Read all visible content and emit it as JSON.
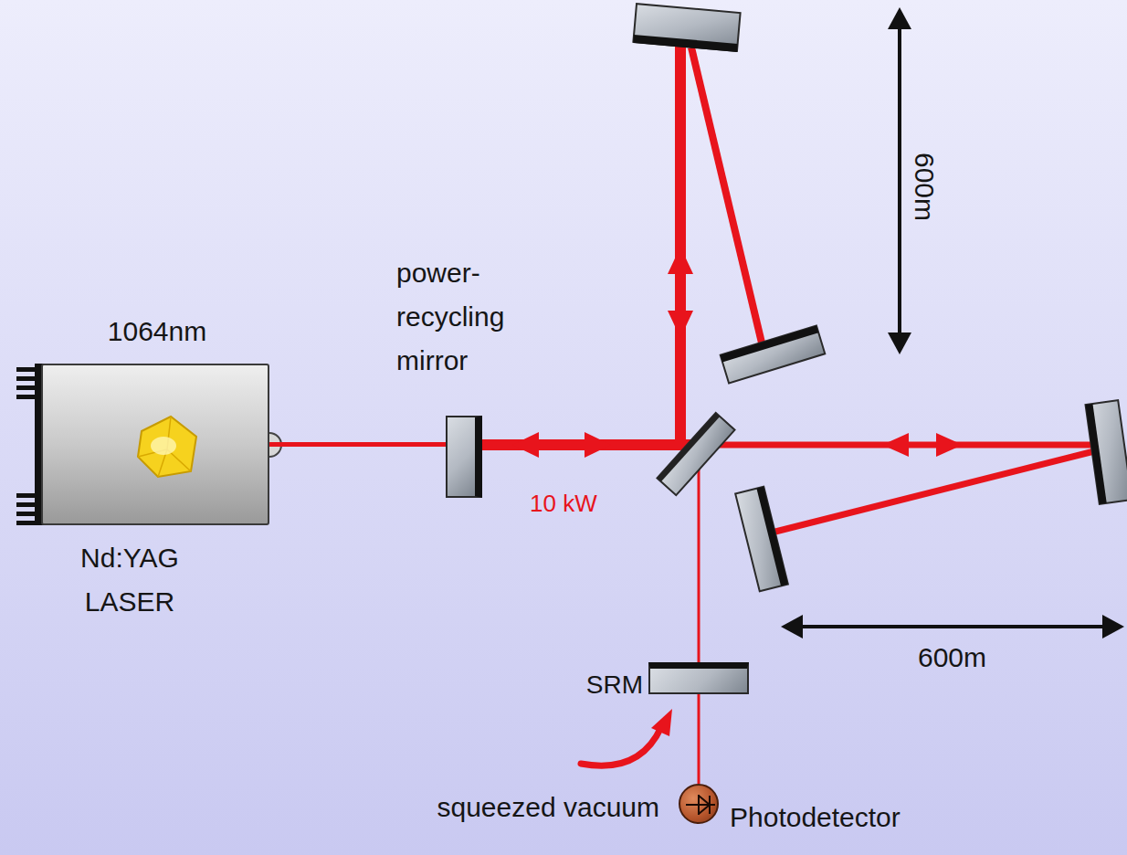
{
  "diagram": {
    "nodes": [
      {
        "text": [
          "1064nm",
          "Nd:YAG LASER"
        ]
      },
      {
        "text": [
          "power- recycling mirror"
        ]
      },
      {
        "text": [
          "SRM"
        ]
      },
      {
        "text": [
          "Photodetector"
        ]
      }
    ],
    "edges": [
      {
        "from": 0,
        "to": 1,
        "arrow": "none"
      },
      {
        "from": 2,
        "to": 3,
        "arrow": "none"
      }
    ],
    "labels": [
      "10 kW",
      "600m",
      "600m",
      "squeezed vacuum"
    ]
  }
}
